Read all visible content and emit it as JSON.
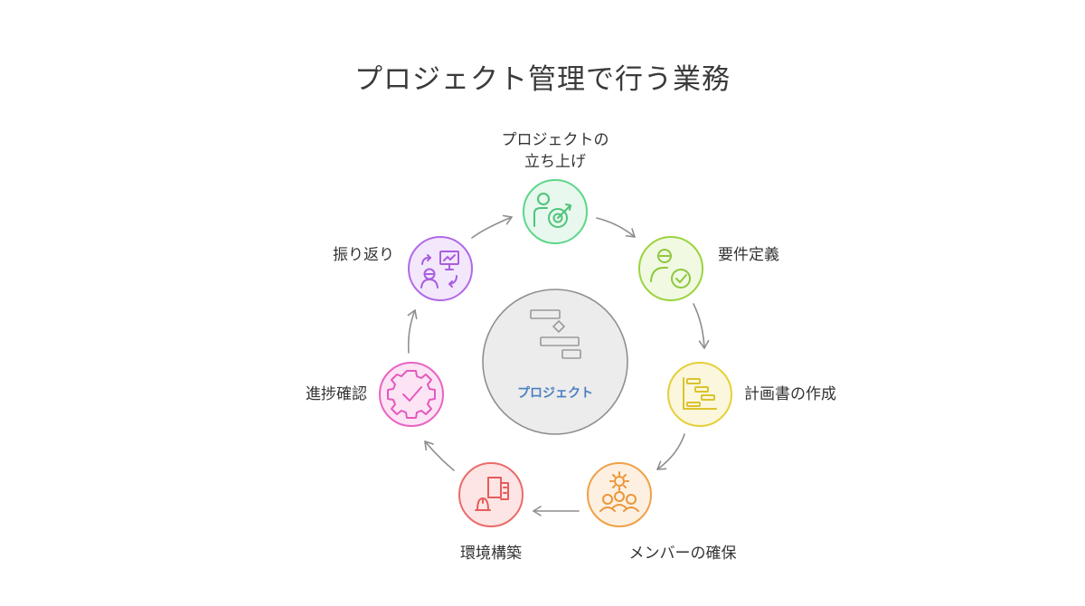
{
  "title": "プロジェクト管理で行う業務",
  "center": {
    "label": "プロジェクト"
  },
  "steps": [
    {
      "label_line1": "プロジェクトの",
      "label_line2": "立ち上げ",
      "color": "#5ed68a",
      "fill": "#e8f8ee",
      "icon": "target-person-icon"
    },
    {
      "label": "要件定義",
      "color": "#9ad43f",
      "fill": "#f1f9e3",
      "icon": "user-check-icon"
    },
    {
      "label": "計画書の作成",
      "color": "#e6cf3a",
      "fill": "#fbf7dc",
      "icon": "gantt-chart-icon"
    },
    {
      "label": "メンバーの確保",
      "color": "#f0a048",
      "fill": "#fdf0e1",
      "icon": "team-gear-icon"
    },
    {
      "label": "環境構築",
      "color": "#ec6a6a",
      "fill": "#fde5e5",
      "icon": "construction-icon"
    },
    {
      "label": "進捗確認",
      "color": "#ea63c5",
      "fill": "#fce4f4",
      "icon": "gear-check-icon"
    },
    {
      "label": "振り返り",
      "color": "#b16ae6",
      "fill": "#f3e7fc",
      "icon": "presentation-review-icon"
    }
  ]
}
